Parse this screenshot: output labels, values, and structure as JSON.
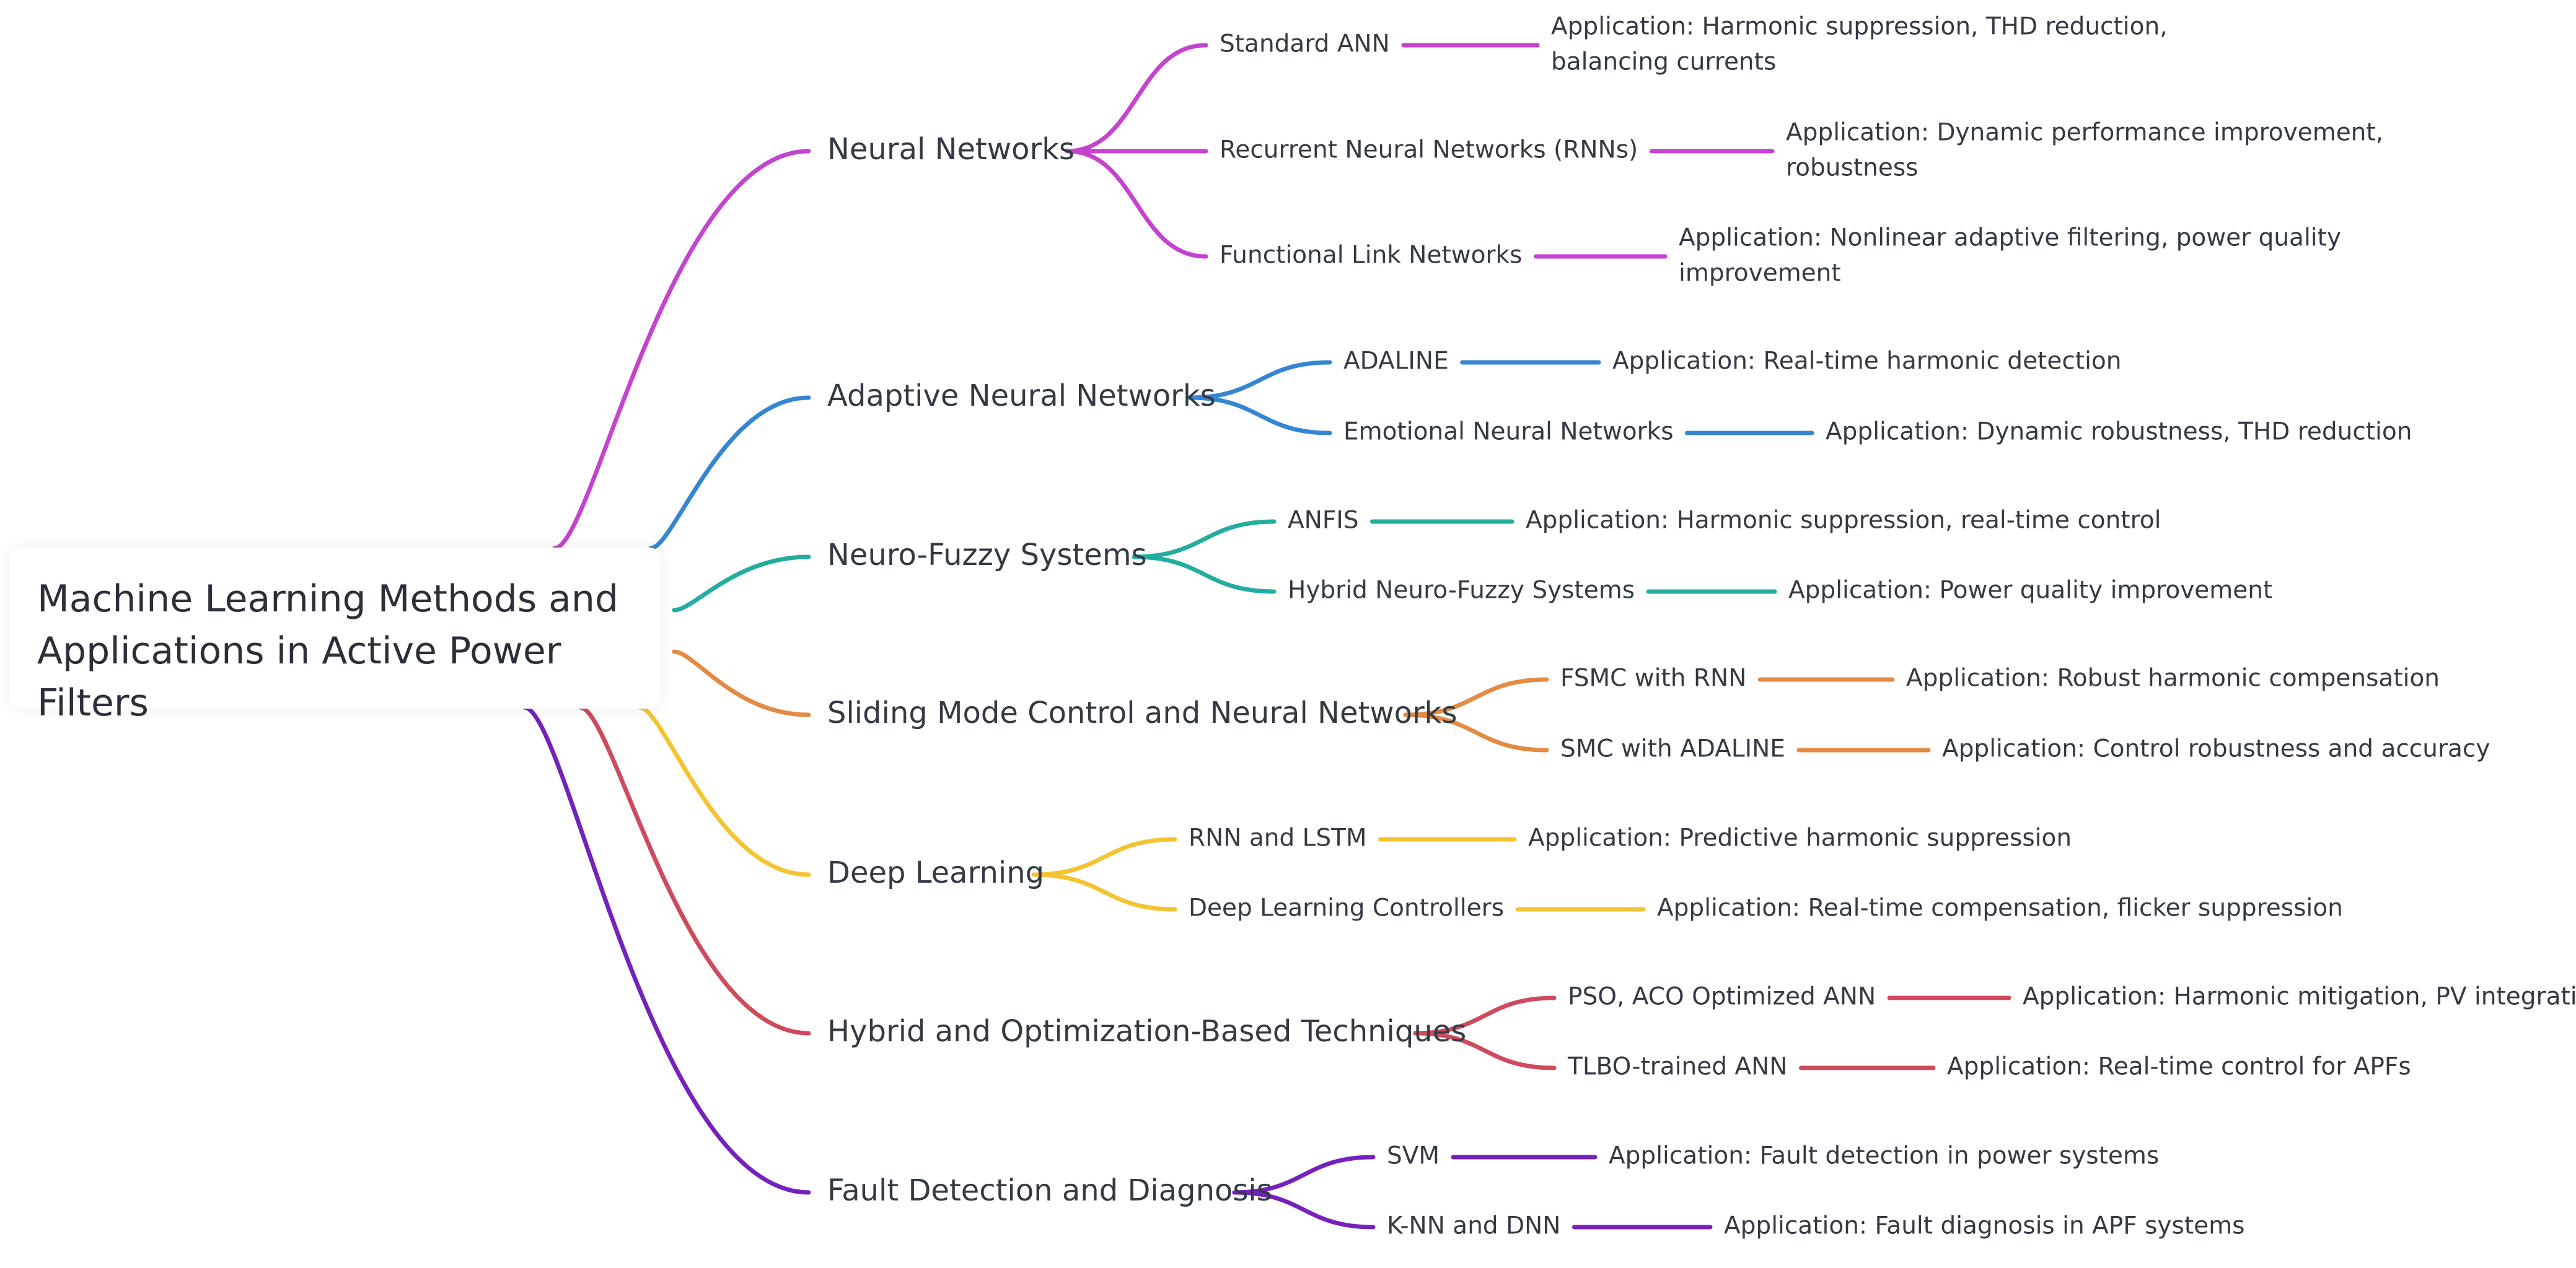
{
  "root": {
    "title_line1": "Machine Learning Methods and",
    "title_line2": "Applications in Active Power Filters"
  },
  "branches": [
    {
      "label": "Neural Networks",
      "color": "#c443cf",
      "children": [
        {
          "label": "Standard ANN",
          "application": [
            "Application: Harmonic suppression, THD reduction,",
            "balancing currents"
          ]
        },
        {
          "label": "Recurrent Neural Networks (RNNs)",
          "application": [
            "Application: Dynamic performance improvement,",
            "robustness"
          ]
        },
        {
          "label": "Functional Link Networks",
          "application": [
            "Application: Nonlinear adaptive filtering, power quality",
            "improvement"
          ]
        }
      ]
    },
    {
      "label": "Adaptive Neural Networks",
      "color": "#3586d2",
      "children": [
        {
          "label": "ADALINE",
          "application": [
            "Application: Real-time harmonic detection"
          ]
        },
        {
          "label": "Emotional Neural Networks",
          "application": [
            "Application: Dynamic robustness, THD reduction"
          ]
        }
      ]
    },
    {
      "label": "Neuro-Fuzzy Systems",
      "color": "#22ad9f",
      "children": [
        {
          "label": "ANFIS",
          "application": [
            "Application: Harmonic suppression, real-time control"
          ]
        },
        {
          "label": "Hybrid Neuro-Fuzzy Systems",
          "application": [
            "Application: Power quality improvement"
          ]
        }
      ]
    },
    {
      "label": "Sliding Mode Control and Neural Networks",
      "color": "#e38a43",
      "children": [
        {
          "label": "FSMC with RNN",
          "application": [
            "Application: Robust harmonic compensation"
          ]
        },
        {
          "label": "SMC with ADALINE",
          "application": [
            "Application: Control robustness and accuracy"
          ]
        }
      ]
    },
    {
      "label": "Deep Learning",
      "color": "#f4c331",
      "children": [
        {
          "label": "RNN and LSTM",
          "application": [
            "Application: Predictive harmonic suppression"
          ]
        },
        {
          "label": "Deep Learning Controllers",
          "application": [
            "Application: Real-time compensation, flicker suppression"
          ]
        }
      ]
    },
    {
      "label": "Hybrid and Optimization-Based Techniques",
      "color": "#cf4a5c",
      "children": [
        {
          "label": "PSO, ACO Optimized ANN",
          "application": [
            "Application: Harmonic mitigation, PV integration"
          ]
        },
        {
          "label": "TLBO-trained ANN",
          "application": [
            "Application: Real-time control for APFs"
          ]
        }
      ]
    },
    {
      "label": "Fault Detection and Diagnosis",
      "color": "#7522bd",
      "children": [
        {
          "label": "SVM",
          "application": [
            "Application: Fault detection in power systems"
          ]
        },
        {
          "label": "K-NN and DNN",
          "application": [
            "Application: Fault diagnosis in APF systems"
          ]
        }
      ]
    }
  ]
}
